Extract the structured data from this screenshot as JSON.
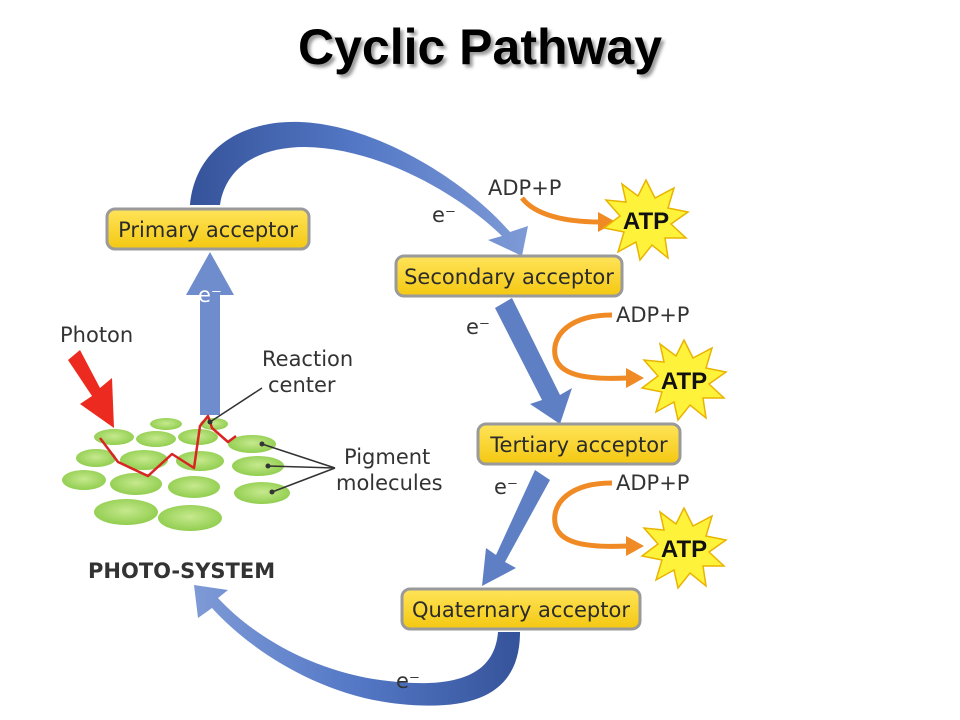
{
  "title": "Cyclic Pathway",
  "acceptors": {
    "primary": "Primary acceptor",
    "secondary": "Secondary acceptor",
    "tertiary": "Tertiary acceptor",
    "quaternary": "Quaternary acceptor"
  },
  "electron_label": "e⁻",
  "adp_label": "ADP+P",
  "atp_label": "ATP",
  "photon_label": "Photon",
  "reaction_center": {
    "line1": "Reaction",
    "line2": "center"
  },
  "pigment_molecules": {
    "line1": "Pigment",
    "line2": "molecules"
  },
  "photosystem_label": "PHOTO-SYSTEM",
  "colors": {
    "box_fill": "#f8d21e",
    "box_stroke": "#9a9a9a",
    "arrow_blue": "#5e7fc4",
    "arrow_blue_dark": "#35539a",
    "arrow_orange": "#f08a24",
    "photon_red": "#ec2a1f",
    "pigment_green": "#9fd45a",
    "atp_star": "#fff23a"
  }
}
